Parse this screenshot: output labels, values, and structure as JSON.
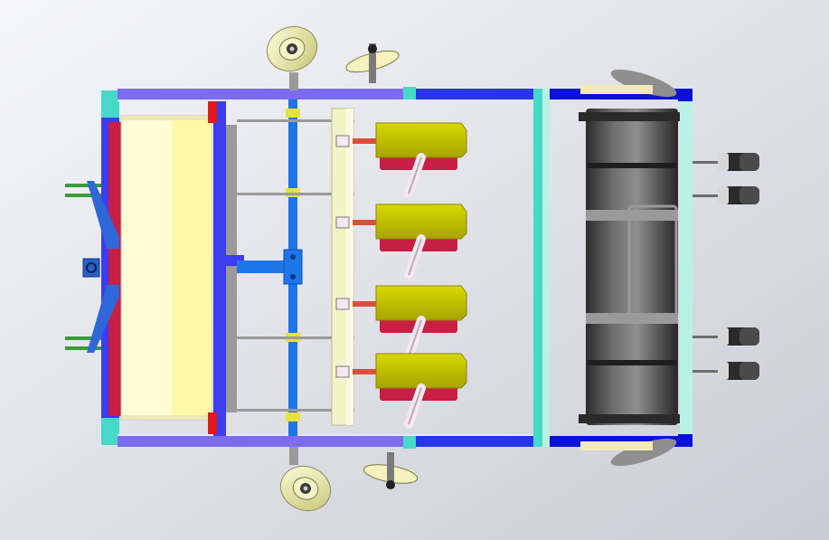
{
  "viewport": {
    "background_top": "#f6f7fb",
    "background_bottom": "#c9ccd4"
  },
  "colors": {
    "frame_blue": "#3c3cf0",
    "frame_violet": "#7b6cf2",
    "frame_dark_blue": "#0c10d8",
    "cyan": "#46d9c8",
    "pale_cyan": "#b8f2e6",
    "red": "#c81f45",
    "cream": "#fffbd6",
    "pale_yellow": "#fdf8a6",
    "shaft_blue": "#1d76e8",
    "yellow_bushing": "#e6e23a",
    "olive": "#c8c800",
    "gray": "#8a8a8a",
    "roller_dark": "#3a3a3a",
    "roller_mid": "#7a7a7a",
    "tire": "#fbfbb5",
    "pink_white": "#f5e7f0"
  },
  "components": {
    "seed_meters": [
      {
        "id": "meter-1",
        "order": 1
      },
      {
        "id": "meter-2",
        "order": 2
      },
      {
        "id": "meter-3",
        "order": 3
      },
      {
        "id": "meter-4",
        "order": 4
      }
    ],
    "press_wheels": [
      {
        "id": "press-wheel-1"
      },
      {
        "id": "press-wheel-2"
      },
      {
        "id": "press-wheel-3"
      },
      {
        "id": "press-wheel-4"
      }
    ],
    "ground_wheels": [
      {
        "id": "ground-wheel-top"
      },
      {
        "id": "ground-wheel-bottom"
      }
    ],
    "roller_segments": 3
  }
}
